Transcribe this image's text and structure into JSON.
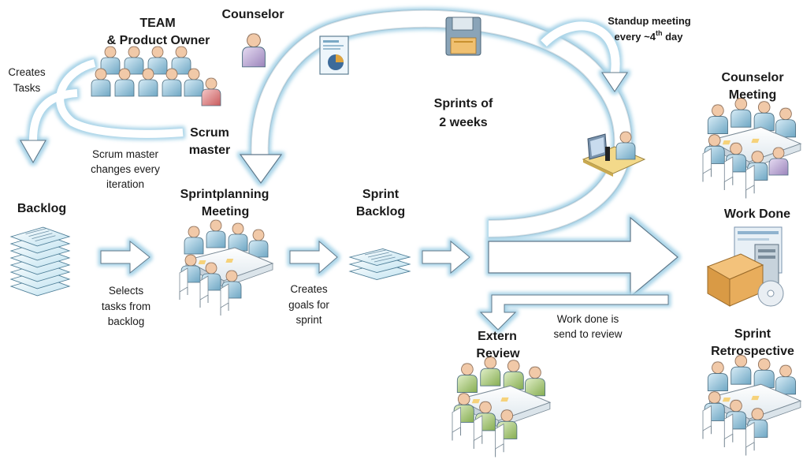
{
  "labels": {
    "team": "TEAM",
    "product_owner": "& Product Owner",
    "counselor": "Counselor",
    "creates_tasks_1": "Creates",
    "creates_tasks_2": "Tasks",
    "scrum_1": "Scrum",
    "scrum_2": "master",
    "scrum_changes_1": "Scrum master",
    "scrum_changes_2": "changes every",
    "scrum_changes_3": "iteration",
    "backlog": "Backlog",
    "selects_1": "Selects",
    "selects_2": "tasks from",
    "selects_3": "backlog",
    "sprintplanning_1": "Sprintplanning",
    "sprintplanning_2": "Meeting",
    "creates_goals_1": "Creates",
    "creates_goals_2": "goals for",
    "creates_goals_3": "sprint",
    "sprint_backlog_1": "Sprint",
    "sprint_backlog_2": "Backlog",
    "sprints_of_1": "Sprints of",
    "sprints_of_2": "2 weeks",
    "standup_1": "Standup meeting",
    "standup_2": "every ~4",
    "standup_sup": "th",
    "standup_3": " day",
    "counselor_meeting_1": "Counselor",
    "counselor_meeting_2": "Meeting",
    "work_done": "Work Done",
    "retro_1": "Sprint",
    "retro_2": "Retrospective",
    "extern_1": "Extern",
    "extern_2": "Review",
    "review_1": "Work done is",
    "review_2": "send to review"
  },
  "colors": {
    "person_blue": "#8dbfd8",
    "person_red": "#d9787a",
    "person_purple": "#b7a0cf",
    "person_green": "#9cc46a",
    "glow": "#a9d4e8"
  }
}
